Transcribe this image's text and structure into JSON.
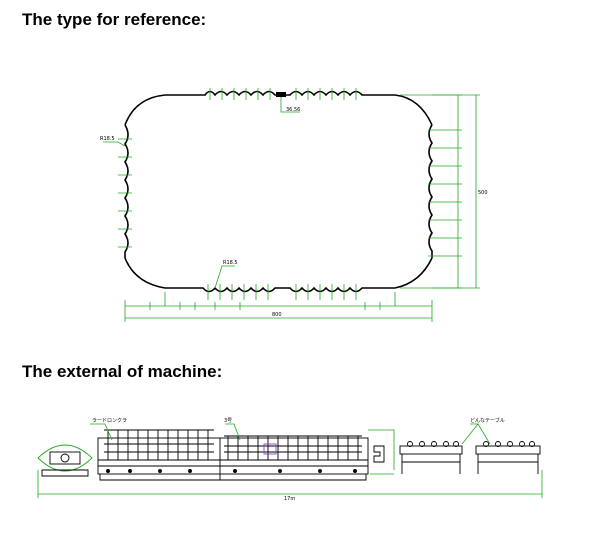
{
  "headings": {
    "reference_title": "The type for reference:",
    "machine_title": "The external of machine:"
  },
  "profile_labels": {
    "top_dim": "36.56",
    "left_dim": "R18.5",
    "bottom_dim": "R18.5",
    "total_width": "800",
    "total_height": "500"
  },
  "machine_labels": {
    "decoiler": "ラードロンクラ",
    "frame": "3号",
    "conveyor": "どんなテーブル",
    "total_length": "17m"
  },
  "colors": {
    "outline": "#000000",
    "dimension": "#22aa22",
    "purple": "#8844cc"
  }
}
